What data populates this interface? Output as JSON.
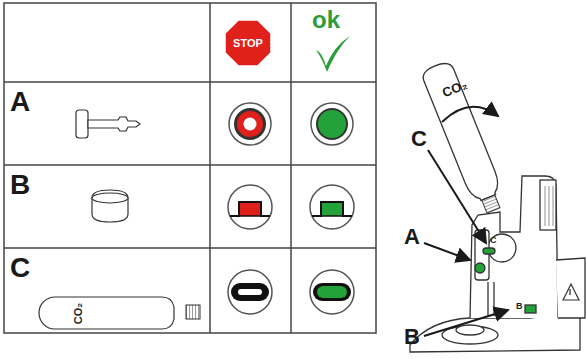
{
  "diagram": {
    "nodes": [
      {
        "text": [
          "STOP"
        ]
      },
      {
        "text": [
          "CO₂"
        ]
      },
      {
        "text": [
          "CO₂"
        ]
      }
    ],
    "labels": [
      "ok",
      "A",
      "B",
      "C",
      "C",
      "A",
      "B",
      "C",
      "B"
    ]
  }
}
